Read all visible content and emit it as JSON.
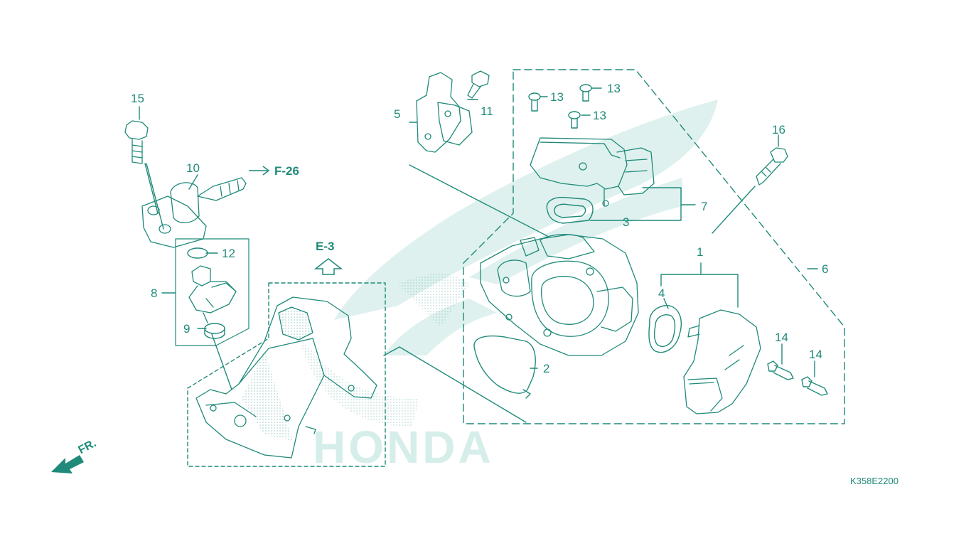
{
  "colors": {
    "line": "#1f8a7a",
    "watermark": "#d6eeea",
    "background": "#ffffff"
  },
  "callouts": {
    "n1": "1",
    "n2": "2",
    "n3": "3",
    "n4": "4",
    "n5": "5",
    "n6": "6",
    "n7": "7",
    "n8": "8",
    "n9": "9",
    "n10": "10",
    "n11": "11",
    "n12": "12",
    "n13a": "13",
    "n13b": "13",
    "n13c": "13",
    "n14a": "14",
    "n14b": "14",
    "n15": "15",
    "n16": "16"
  },
  "references": {
    "f26": "F-26",
    "e3": "E-3",
    "front": "FR."
  },
  "diagram_code": "K358E2200",
  "watermark_text": "HONDA",
  "icons": [
    "front-arrow-icon",
    "up-arrow-icon",
    "right-arrow-icon"
  ]
}
